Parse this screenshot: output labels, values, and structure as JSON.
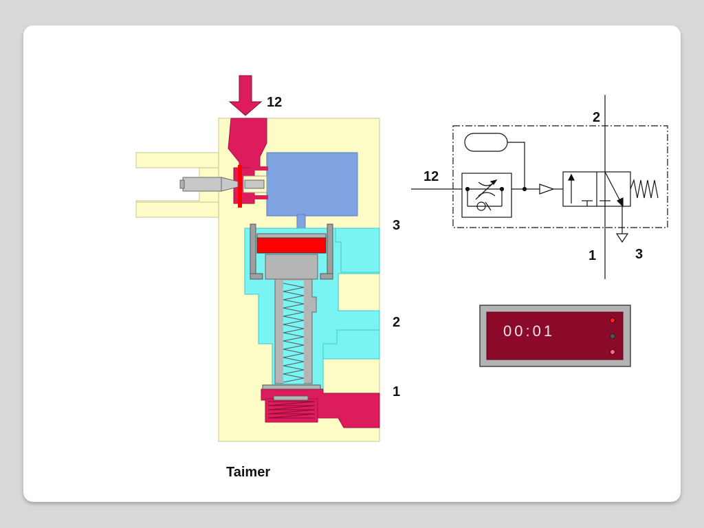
{
  "caption": "Taimer",
  "valve_ports": {
    "pilot": "12",
    "exhaust": "3",
    "output": "2",
    "supply": "1"
  },
  "symbol_ports": {
    "pilot": "12",
    "output": "2",
    "supply": "1",
    "exhaust": "3"
  },
  "timer": {
    "display": "00:01"
  },
  "colors": {
    "pilot_air": "#dc1c5c",
    "body": "#fdfbc6",
    "chamber": "#7fa3e0",
    "exhaust_air": "#7af3f3",
    "seal": "#ff0000",
    "timer_face": "#8b0a2a"
  }
}
